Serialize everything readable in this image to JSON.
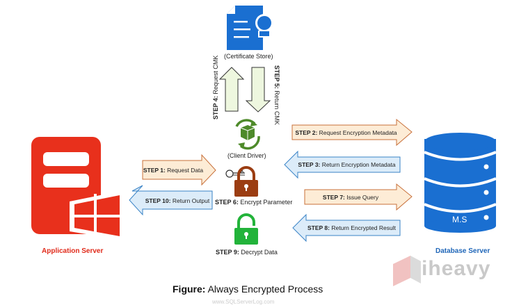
{
  "certificate_store": {
    "label": "(Certificate Store)"
  },
  "client_driver": {
    "label": "(Client Driver)"
  },
  "application_server": {
    "label": "Application Server"
  },
  "database_server": {
    "label": "Database Server",
    "db_label": "M.S"
  },
  "steps": {
    "s1": {
      "num": "STEP 1:",
      "text": "Request Data"
    },
    "s2": {
      "num": "STEP 2:",
      "text": "Request Encryption Metadata"
    },
    "s3": {
      "num": "STEP 3:",
      "text": "Return Encryption Metadata"
    },
    "s4": {
      "num": "STEP 4:",
      "text": "Request CMK"
    },
    "s5": {
      "num": "STEP 5:",
      "text": "Return CMK"
    },
    "s6": {
      "num": "STEP 6:",
      "text": "Encrypt Parameter"
    },
    "s7": {
      "num": "STEP 7:",
      "text": "Issue Query"
    },
    "s8": {
      "num": "STEP 8:",
      "text": "Return Encrypted Result"
    },
    "s9": {
      "num": "STEP 9:",
      "text": "Decrypt Data"
    },
    "s10": {
      "num": "STEP 10:",
      "text": "Return Output"
    }
  },
  "caption": {
    "bold": "Figure:",
    "text": "Always Encrypted Process"
  },
  "watermark": {
    "brand": "iheavy",
    "url": "www.SQLServerLog.com"
  },
  "colors": {
    "app_red": "#e8301c",
    "db_blue": "#1a6fd1",
    "lock_brown": "#9b3d12",
    "lock_green": "#22b33a",
    "driver_green": "#4e8a2a"
  }
}
